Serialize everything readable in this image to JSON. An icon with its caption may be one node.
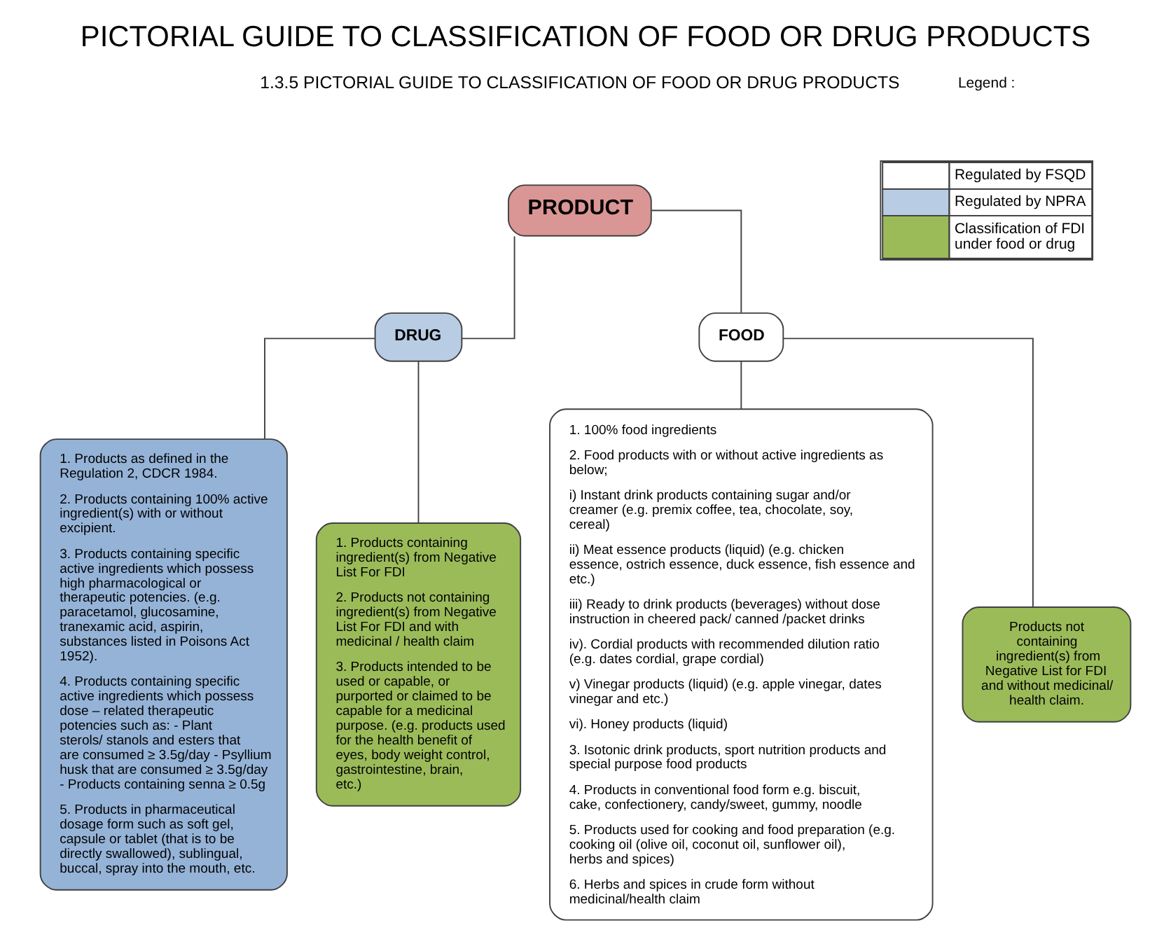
{
  "diagram": {
    "title": "PICTORIAL GUIDE TO CLASSIFICATION OF FOOD OR DRUG PRODUCTS",
    "nodes": [
      {
        "text": [
          "PRODUCT"
        ]
      },
      {
        "text": [
          "DRUG"
        ]
      },
      {
        "text": [
          "FOOD"
        ]
      },
      {
        "text": [
          "1. Products as defined in the Regulation 2, CDCR 1984.",
          "2. Products containing 100% active ingredient(s) with or without excipient.",
          "3. Products containing specific active ingredients which possess high pharmacological or therapeutic potencies. (e.g. paracetamol, glucosamine, tranexamic acid, aspirin, substances listed in Poisons Act 1952).",
          "4. Products containing specific active ingredients which possess dose – related therapeutic potencies such as: - Plant sterols/ stanols and esters that are consumed ≥ 3.5g/day - Psyllium husk that are consumed ≥ 3.5g/day - Products containing senna ≥ 0.5g",
          "5. Products in pharmaceutical dosage form such as soft gel, capsule or tablet (that is to be directly swallowed), sublingual, buccal, spray into the mouth, etc."
        ]
      },
      {
        "text": [
          "1. Products containing ingredient(s) from Negative List For FDI",
          "2. Products not containing ingredient(s) from Negative List For FDI and with medicinal / health claim",
          "3. Products intended to be used or capable, or purported or claimed to be capable for a medicinal purpose. (e.g. products used for the health benefit of eyes, body weight control, gastrointestine, brain, etc.)"
        ]
      },
      {
        "text": [
          "1. 100% food ingredients",
          "2. Food products with or without active ingredients as below;",
          "i) Instant drink products containing sugar and/or creamer (e.g. premix coffee, tea, chocolate, soy, cereal)",
          "ii) Meat essence products (liquid) (e.g. chicken essence, ostrich essence, duck essence, fish essence and etc.)",
          "iii) Ready to drink products (beverages) without dose instruction in cheered pack/ canned /packet drinks",
          "iv). Cordial products with recommended dilution ratio (e.g. dates cordial, grape cordial)",
          "v) Vinegar products (liquid) (e.g. apple vinegar, dates vinegar and etc.)",
          "vi). Honey products (liquid)",
          "3. Isotonic drink products, sport nutrition products and special purpose food products",
          "4. Products in conventional food form e.g. biscuit, cake, confectionery, candy/sweet, gummy, noodle",
          "5. Products used for cooking and food preparation (e.g. cooking oil (olive oil, coconut oil, sunflower oil), herbs and spices)",
          "6. Herbs and spices in crude form without medicinal/health claim"
        ]
      },
      {
        "text": [
          "Products not containing ingredient(s) from Negative List for FDI and without medicinal/ health claim."
        ]
      }
    ],
    "edges": [
      {
        "from": 0,
        "to": 1,
        "arrow": "none"
      },
      {
        "from": 0,
        "to": 2,
        "arrow": "none"
      },
      {
        "from": 1,
        "to": 3,
        "arrow": "none"
      },
      {
        "from": 1,
        "to": 4,
        "arrow": "none"
      },
      {
        "from": 2,
        "to": 5,
        "arrow": "none"
      },
      {
        "from": 2,
        "to": 6,
        "arrow": "none"
      }
    ],
    "labels": [
      "1.3.5 PICTORIAL GUIDE TO CLASSIFICATION OF FOOD OR DRUG PRODUCTS",
      "Legend :"
    ],
    "legend": [
      {
        "text": "Regulated by FSQD",
        "color": "#ffffff"
      },
      {
        "text": "Regulated by NPRA",
        "color": "#b8cce4"
      },
      {
        "text": "Classification of FDI under food or drug",
        "color": "#9bbb59"
      }
    ]
  }
}
